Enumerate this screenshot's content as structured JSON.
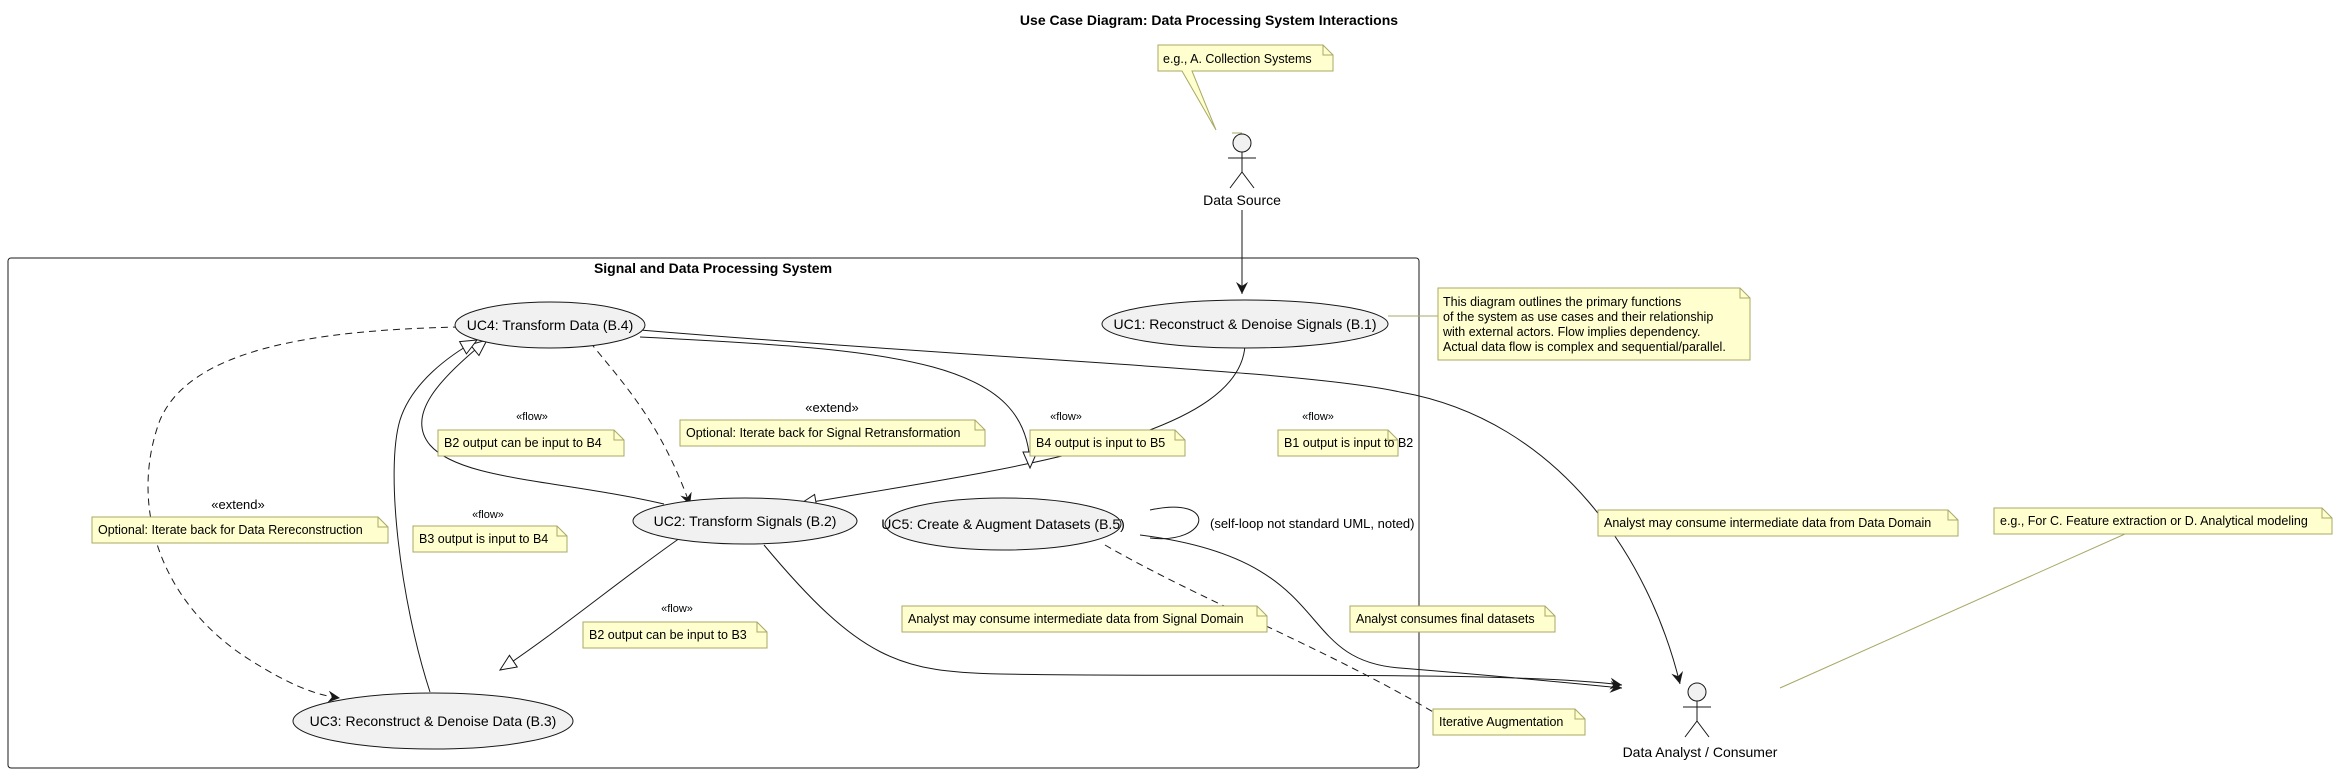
{
  "title": "Use Case Diagram: Data Processing System Interactions",
  "system": {
    "name": "Signal and Data Processing System"
  },
  "actors": {
    "source": "Data Source",
    "analyst": "Data Analyst / Consumer"
  },
  "use_cases": {
    "uc1": "UC1: Reconstruct & Denoise Signals (B.1)",
    "uc2": "UC2: Transform Signals (B.2)",
    "uc3": "UC3: Reconstruct & Denoise Data (B.3)",
    "uc4": "UC4: Transform Data (B.4)",
    "uc5": "UC5: Create & Augment Datasets (B.5)"
  },
  "stereotypes": {
    "flow": "«flow»",
    "extend": "«extend»"
  },
  "labels": {
    "self_loop": "(self-loop not standard UML, noted)"
  },
  "notes": {
    "collection": "e.g., A. Collection Systems",
    "overview": [
      "This diagram outlines the primary functions",
      "of the system as use cases and their relationship",
      "with external actors. Flow implies dependency.",
      "Actual data flow is complex and sequential/parallel."
    ],
    "b1_b2": "B1 output is input to B2",
    "b4_b5": "B4 output is input to B5",
    "b2_b4": "B2 output can be input to B4",
    "b3_b4": "B3 output is input to B4",
    "b2_b3": "B2 output can be input to B3",
    "iterate_signal": "Optional: Iterate back for Signal Retransformation",
    "iterate_data": "Optional: Iterate back for Data Rereconstruction",
    "analyst_signal": "Analyst may consume intermediate data from Signal Domain",
    "analyst_data": "Analyst may consume intermediate data from Data Domain",
    "analyst_final": "Analyst consumes final datasets",
    "iterative_aug": "Iterative Augmentation",
    "feature": "e.g., For C. Feature extraction or D. Analytical modeling"
  },
  "colors": {
    "note_fill": "#fefece",
    "note_border": "#a8a866",
    "usecase_fill": "#f1f1f1",
    "line": "#181818",
    "note_link": "#a8a866"
  }
}
